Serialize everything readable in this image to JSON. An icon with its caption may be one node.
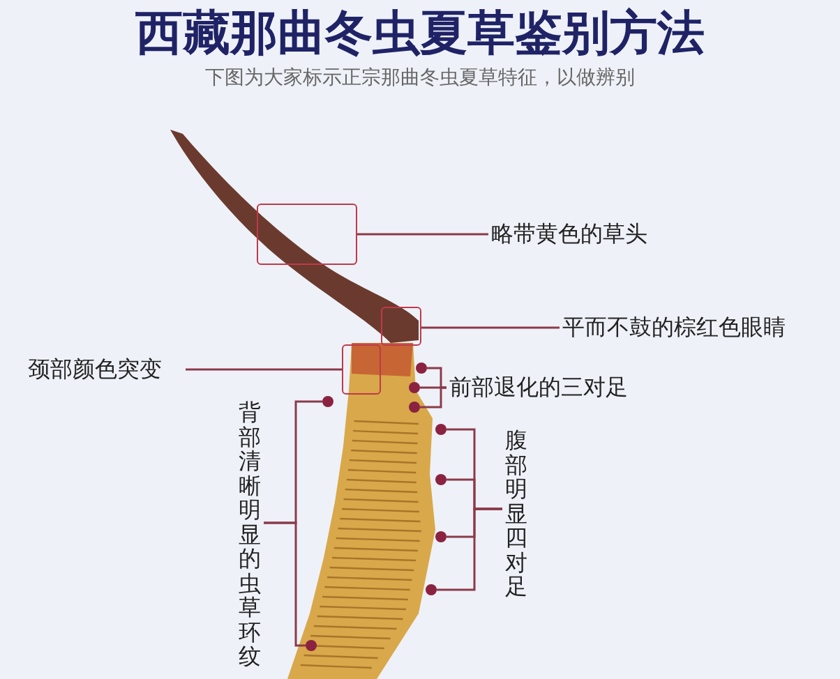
{
  "diagram": {
    "title": "西藏那曲冬虫夏草鉴别方法",
    "nodes": [
      {
        "text": [
          "略带黄色的草头"
        ]
      },
      {
        "text": [],
        "shape": "box"
      },
      {
        "text": [
          "平而不鼓的棕红色眼睛"
        ]
      },
      {
        "text": [],
        "shape": "box"
      },
      {
        "text": [
          "颈部颜色突变"
        ]
      },
      {
        "text": [],
        "shape": "box"
      },
      {
        "text": [
          "前部退化的三对足"
        ]
      },
      {
        "text": [],
        "shape": "circle"
      },
      {
        "text": [],
        "shape": "circle"
      },
      {
        "text": [],
        "shape": "circle"
      },
      {
        "text": [
          "背部清晰明显的虫草环纹"
        ]
      },
      {
        "text": [],
        "shape": "circle"
      },
      {
        "text": [],
        "shape": "circle"
      },
      {
        "text": [
          "腹部明显四对足"
        ]
      },
      {
        "text": [],
        "shape": "circle"
      },
      {
        "text": [],
        "shape": "circle"
      },
      {
        "text": [],
        "shape": "circle"
      },
      {
        "text": [],
        "shape": "circle"
      }
    ],
    "edges": [
      {
        "from": 0,
        "to": 1,
        "arrow": "none"
      },
      {
        "from": 2,
        "to": 3,
        "arrow": "none"
      },
      {
        "from": 4,
        "to": 5,
        "arrow": "none"
      },
      {
        "from": 6,
        "to": 7,
        "arrow": "none"
      },
      {
        "from": 6,
        "to": 8,
        "arrow": "none"
      },
      {
        "from": 6,
        "to": 9,
        "arrow": "none"
      },
      {
        "from": 10,
        "to": 11,
        "arrow": "none"
      },
      {
        "from": 10,
        "to": 12,
        "arrow": "none"
      },
      {
        "from": 13,
        "to": 14,
        "arrow": "none"
      },
      {
        "from": 13,
        "to": 15,
        "arrow": "none"
      },
      {
        "from": 13,
        "to": 16,
        "arrow": "none"
      },
      {
        "from": 13,
        "to": 17,
        "arrow": "none"
      }
    ],
    "labels": [
      "下图为大家标示正宗那曲冬虫夏草特征，以做辨别"
    ]
  }
}
